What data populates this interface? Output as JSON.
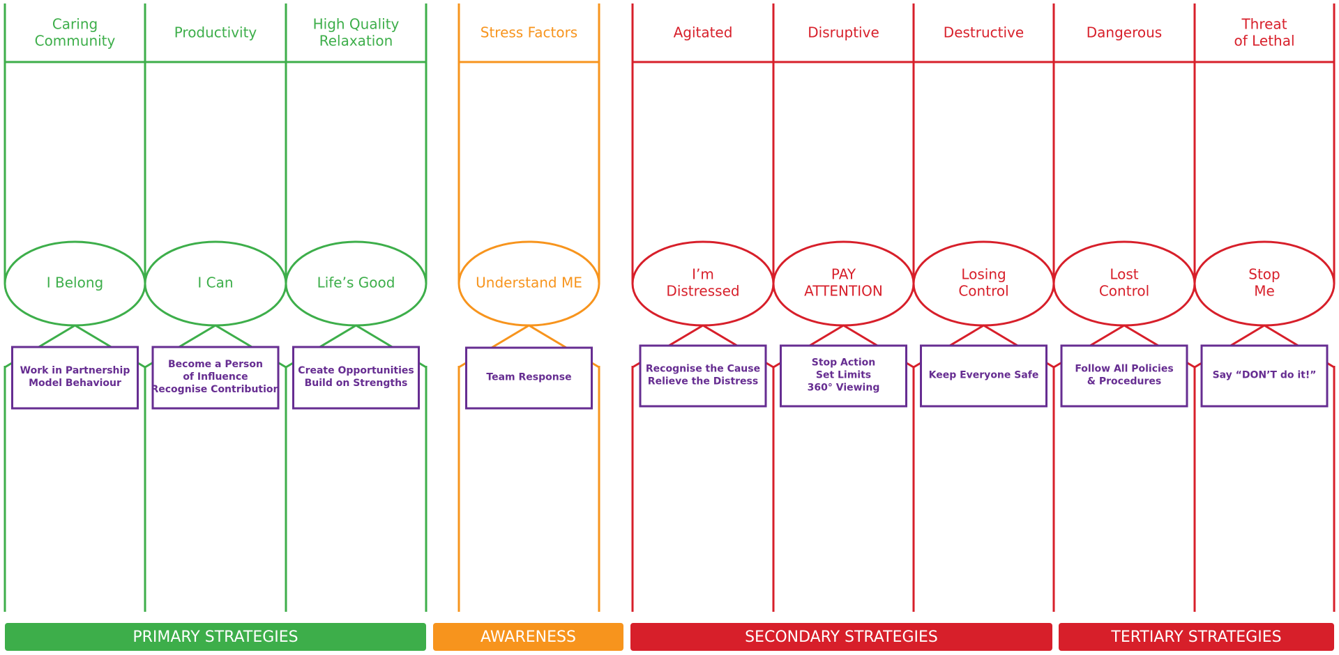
{
  "colors": {
    "green": "#3dae4a",
    "orange": "#f7941d",
    "red": "#d71f2a",
    "purple": "#662d91",
    "background": "#ffffff"
  },
  "columns": [
    {
      "group": "green",
      "header": [
        "Caring",
        "Community"
      ],
      "oval": [
        "I Belong"
      ],
      "box": [
        "Work in Partnership",
        "Model Behaviour"
      ]
    },
    {
      "group": "green",
      "header": [
        "Productivity"
      ],
      "oval": [
        "I Can"
      ],
      "box": [
        "Become a Person",
        "of Influence",
        "Recognise Contribution"
      ]
    },
    {
      "group": "green",
      "header": [
        "High Quality",
        "Relaxation"
      ],
      "oval": [
        "Life’s Good"
      ],
      "box": [
        "Create Opportunities",
        "Build on Strengths"
      ]
    },
    {
      "group": "orange",
      "header": [
        "Stress Factors"
      ],
      "oval": [
        "Understand ME"
      ],
      "box": [
        "Team Response"
      ]
    },
    {
      "group": "red",
      "header": [
        "Agitated"
      ],
      "oval": [
        "I’m",
        "Distressed"
      ],
      "box": [
        "Recognise the Cause",
        "Relieve the Distress"
      ]
    },
    {
      "group": "red",
      "header": [
        "Disruptive"
      ],
      "oval": [
        "PAY",
        "ATTENTION"
      ],
      "box": [
        "Stop Action",
        "Set Limits",
        "360° Viewing"
      ]
    },
    {
      "group": "red",
      "header": [
        "Destructive"
      ],
      "oval": [
        "Losing",
        "Control"
      ],
      "box": [
        "Keep Everyone Safe"
      ]
    },
    {
      "group": "red",
      "header": [
        "Dangerous"
      ],
      "oval": [
        "Lost",
        "Control"
      ],
      "box": [
        "Follow All Policies",
        "& Procedures"
      ]
    },
    {
      "group": "red",
      "header": [
        "Threat",
        "of Lethal"
      ],
      "oval": [
        "Stop",
        "Me"
      ],
      "box": [
        "Say “DON’T do it!”"
      ]
    }
  ],
  "bands": [
    {
      "label": "PRIMARY STRATEGIES",
      "color": "#3dae4a"
    },
    {
      "label": "AWARENESS",
      "color": "#f7941d"
    },
    {
      "label": "SECONDARY STRATEGIES",
      "color": "#d71f2a"
    },
    {
      "label": "TERTIARY STRATEGIES",
      "color": "#d71f2a"
    }
  ]
}
